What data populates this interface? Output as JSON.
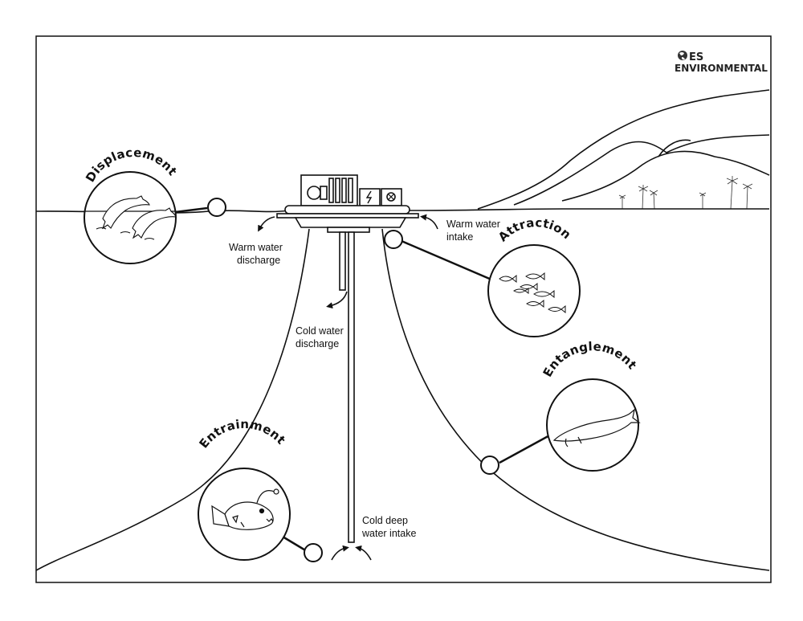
{
  "logo": {
    "line1": "ES",
    "line2": "ENVIRONMENTAL"
  },
  "labels": {
    "warm_discharge": [
      "Warm water",
      "discharge"
    ],
    "warm_intake": [
      "Warm water",
      "intake"
    ],
    "cold_discharge": [
      "Cold water",
      "discharge"
    ],
    "cold_intake": [
      "Cold deep",
      "water intake"
    ]
  },
  "impacts": {
    "displacement": "Displacement",
    "attraction": "Attraction",
    "entanglement": "Entanglement",
    "entrainment": "Entrainment"
  }
}
